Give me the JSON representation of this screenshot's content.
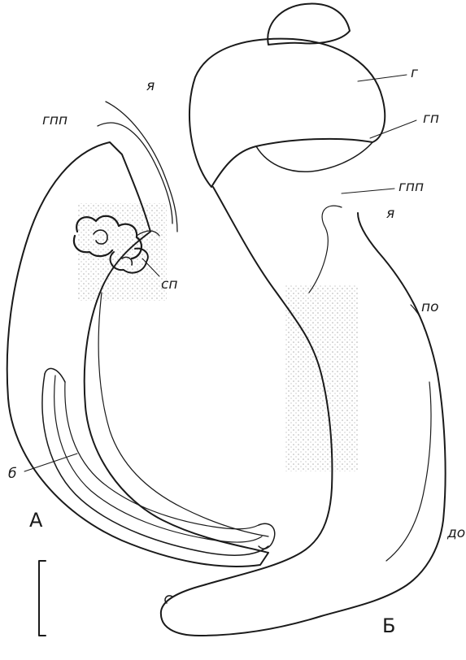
{
  "labels": {
    "ya_top": "я",
    "gpp_left": "гпп",
    "sp": "сп",
    "b": "б",
    "A": "А",
    "g": "г",
    "gp": "гп",
    "gpp_right": "гпп",
    "ya_right": "я",
    "po": "по",
    "do": "до",
    "B": "Б"
  },
  "colors": {
    "ink": "#1a1a1a",
    "background": "#ffffff"
  }
}
